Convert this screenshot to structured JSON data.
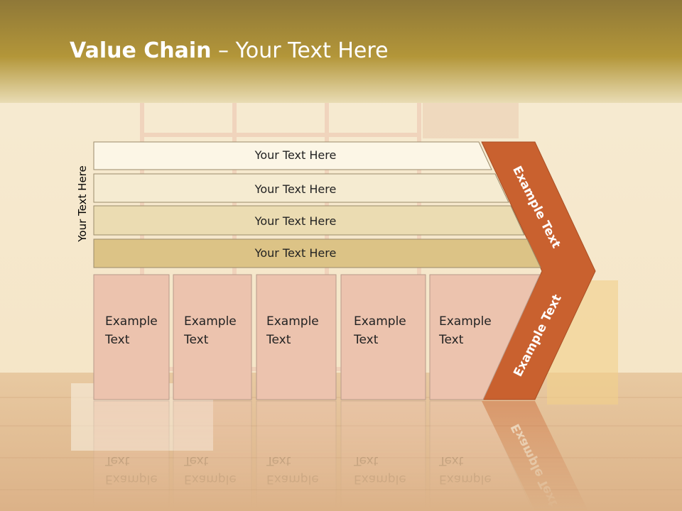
{
  "title": {
    "bold": "Value Chain",
    "rest": " – Your Text Here"
  },
  "side_label": "Your Text Here",
  "support_bars": [
    {
      "label": "Your Text Here",
      "fill": "#fcf6e6"
    },
    {
      "label": "Your Text Here",
      "fill": "#f5ebd1"
    },
    {
      "label": "Your Text Here",
      "fill": "#ebdcb2"
    },
    {
      "label": "Your Text Here",
      "fill": "#dcc386"
    }
  ],
  "primary_boxes": [
    {
      "line1": "Example",
      "line2": "Text"
    },
    {
      "line1": "Example",
      "line2": "Text"
    },
    {
      "line1": "Example",
      "line2": "Text"
    },
    {
      "line1": "Example",
      "line2": "Text"
    },
    {
      "line1": "Example",
      "line2": "Text"
    }
  ],
  "chevron": {
    "top_label": "Example Text",
    "bottom_label": "Example Text",
    "fill": "#c9612f"
  },
  "colors": {
    "header_band": "#a58a3c",
    "primary_box_fill": "#ecc3ae",
    "primary_box_border": "#b79a8a"
  }
}
